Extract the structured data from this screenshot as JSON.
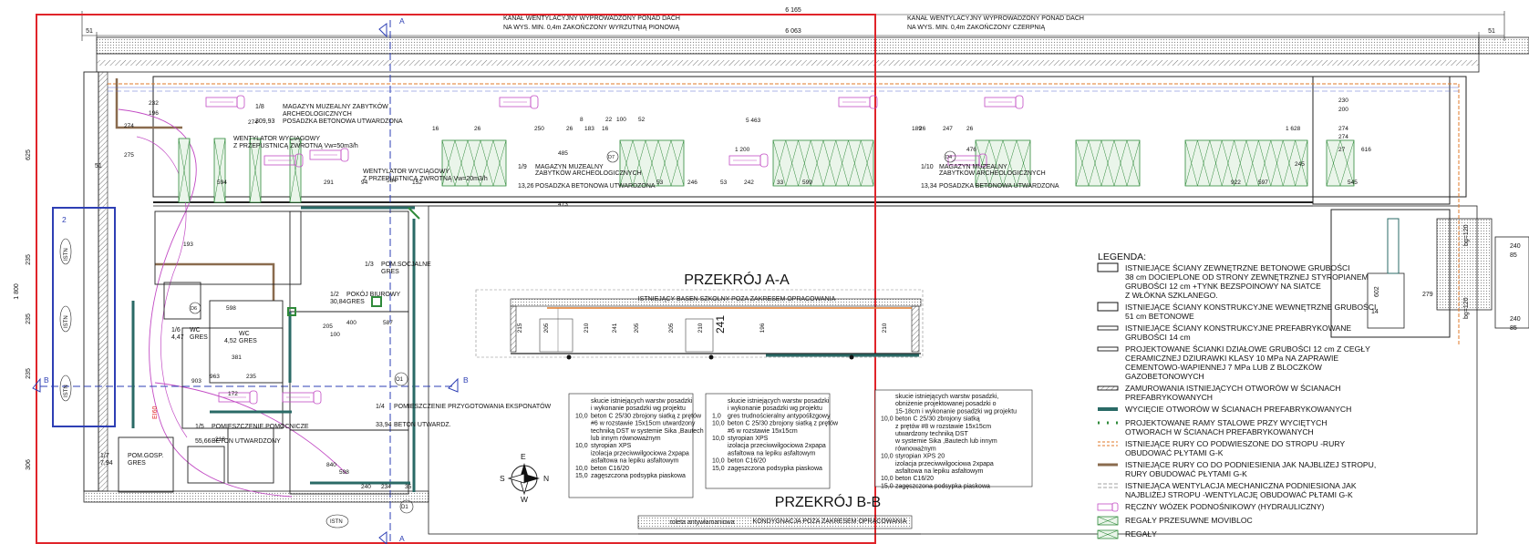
{
  "top_dimensions": {
    "total": "6 165",
    "inner": "6 063",
    "left_small": "51",
    "right_small": "51"
  },
  "top_notes": {
    "left_line1": "KANAŁ WENTYLACYJNY WYPROWADZONY PONAD DACH",
    "left_line2": "NA WYS. MIN. 0,4m ZAKOŃCZONY WYRZUTNIĄ PIONOWĄ",
    "right_line1": "KANAŁ WENTYLACYJNY WYPROWADZONY PONAD DACH",
    "right_line2": "NA WYS. MIN. 0,4m ZAKOŃCZONY CZERPNIĄ"
  },
  "left_dimensions": [
    "625",
    "1 800",
    "235",
    "235",
    "235",
    "306",
    "51"
  ],
  "rooms": [
    {
      "no": "1/8",
      "area": "309,93",
      "name1": "MAGAZYN MUZEALNY ZABYTKÓW",
      "name2": "ARCHEOLOGICZNYCH",
      "name3": "POSADZKA BETONOWA UTWARDZONA"
    },
    {
      "no": "1/9",
      "area": "13,26",
      "name1": "MAGAZYN MUZEALNY",
      "name2": "ZABYTKÓW ARCHEOLOGICZNYCH",
      "name3": "POSADZKA BETONOWA UTWARDZONA"
    },
    {
      "no": "1/10",
      "area": "13,34",
      "name1": "MAGAZYN MUZEALNY",
      "name2": "ZABYTKÓW ARCHEOLOGICZNYCH",
      "name3": "POSADZKA BETONOWA UTWARDZONA"
    },
    {
      "no": "1/3",
      "area": "",
      "name1": "POM.SOCJALNE",
      "name2": "GRES",
      "name3": ""
    },
    {
      "no": "1/2",
      "area": "30,84",
      "name1": "POKÓJ BIUROWY",
      "name2": "GRES",
      "name3": ""
    },
    {
      "no": "1/5",
      "area": "55,66",
      "name1": "POMIESZCZENIE POMOCNICZE",
      "name2": "BETON UTWARDZONY",
      "name3": ""
    },
    {
      "no": "1/4",
      "area": "33,94",
      "name1": "POMIESZCZENIE PRZYGOTOWANIA EKSPONATÓW",
      "name2": "BETON UTWARDZ.",
      "name3": ""
    },
    {
      "no": "1/7",
      "area": "7,94",
      "name1": "POM.GOSP.",
      "name2": "GRES",
      "name3": ""
    },
    {
      "no": "",
      "area": "4,52",
      "name1": "WC",
      "name2": "GRES",
      "name3": ""
    },
    {
      "no": "1/6",
      "area": "4,47",
      "name1": "WC",
      "name2": "GRES",
      "name3": ""
    }
  ],
  "ventilators": [
    {
      "line1": "WENTYLATOR WYCIĄGOWY",
      "line2": "Z PRZEPUSTNICĄ ZWROTNĄ Vw=50m3/h"
    },
    {
      "line1": "WENTYLATOR WYCIĄGOWY",
      "line2": "Z PRZEPUSTNICĄ ZWROTNĄ Vw=20m3/h"
    }
  ],
  "dimension_labels": [
    "232",
    "196",
    "274",
    "274",
    "275",
    "594",
    "291",
    "94",
    "193",
    "152",
    "903",
    "26",
    "250",
    "26",
    "183",
    "16",
    "485",
    "473",
    "5 463",
    "1 200",
    "189",
    "26",
    "247",
    "26",
    "476",
    "1 628",
    "274",
    "274",
    "230",
    "200",
    "27",
    "616",
    "545",
    "597",
    "922",
    "245",
    "53",
    "246",
    "53",
    "242",
    "33",
    "599",
    "598",
    "400",
    "381",
    "235",
    "172",
    "100",
    "205",
    "587",
    "963",
    "218",
    "840",
    "598",
    "240",
    "234",
    "35",
    "16",
    "8",
    "22",
    "100",
    "52",
    "584"
  ],
  "section_aa": {
    "title": "PRZEKRÓJ A-A",
    "basen": "ISTNIEJĄCY BASEN SZKOLNY POZA ZAKRESEM OPRACOWANIA",
    "dims": [
      "215",
      "205",
      "210",
      "241",
      "205",
      "205",
      "210",
      "241",
      "196",
      "210"
    ]
  },
  "section_bb": {
    "title": "PRZEKRÓJ B-B",
    "note": "KONDYGNACJA POZA ZAKRESEM OPRACOWANIA",
    "roleta": "roleta antywłamaniowa"
  },
  "specs": [
    {
      "lines": [
        {
          "v": "",
          "t": "skucie istniejących warstw posadzki"
        },
        {
          "v": "",
          "t": "i wykonanie posadzki wg projektu"
        },
        {
          "v": "10,0",
          "t": "beton C 25/30 zbrojony siatką z prętów"
        },
        {
          "v": "",
          "t": "#6 w rozstawie 15x15cm utwardzony"
        },
        {
          "v": "",
          "t": "techniką DST w systemie Sika ,Bautech"
        },
        {
          "v": "",
          "t": "lub innym  równoważnym"
        },
        {
          "v": "10,0",
          "t": "styropian XPS"
        },
        {
          "v": "",
          "t": "izolacja przeciwwilgociowa 2xpapa"
        },
        {
          "v": "",
          "t": "asfaltowa na lepiku asfaltowym"
        },
        {
          "v": "10,0",
          "t": "beton C16/20"
        },
        {
          "v": "15,0",
          "t": "zagęszczona podsypka piaskowa"
        }
      ]
    },
    {
      "lines": [
        {
          "v": "",
          "t": "skucie istniejących warstw posadzki"
        },
        {
          "v": "",
          "t": "i wykonanie posadzki wg projektu"
        },
        {
          "v": "1,0",
          "t": "gres trudnościeralny antypoślizgowy"
        },
        {
          "v": "10,0",
          "t": "beton C 25/30 zbrojony siatką z prętów"
        },
        {
          "v": "",
          "t": "#6 w rozstawie 15x15cm"
        },
        {
          "v": "10,0",
          "t": "styropian XPS"
        },
        {
          "v": "",
          "t": "izolacja przeciwwilgociowa 2xpapa"
        },
        {
          "v": "",
          "t": "asfaltowa na lepiku asfaltowym"
        },
        {
          "v": "10,0",
          "t": "beton C16/20"
        },
        {
          "v": "15,0",
          "t": "zagęszczona podsypka piaskowa"
        }
      ]
    },
    {
      "lines": [
        {
          "v": "",
          "t": "skucie istniejących warstw posadzki,"
        },
        {
          "v": "",
          "t": "obniżenie projektowanej posadzki o"
        },
        {
          "v": "",
          "t": "15-18cm i wykonanie posadzki wg projektu"
        },
        {
          "v": "10,0",
          "t": "beton C 25/30 zbrojony siatką"
        },
        {
          "v": "",
          "t": "z prętów #8 w rozstawie 15x15cm"
        },
        {
          "v": "",
          "t": "utwardzony techniką DST"
        },
        {
          "v": "",
          "t": "w systemie Sika ,Bautech lub innym"
        },
        {
          "v": "",
          "t": "równoważnym"
        },
        {
          "v": "10,0",
          "t": "styropian XPS 20"
        },
        {
          "v": "",
          "t": "izolacja przeciwwilgociowa 2xpapa"
        },
        {
          "v": "",
          "t": "asfaltowa na lepiku asfaltowym"
        },
        {
          "v": "10,0",
          "t": "beton C16/20"
        },
        {
          "v": "15,0",
          "t": "zagęszczona podsypka piaskowa"
        }
      ]
    }
  ],
  "legend": {
    "title": "LEGENDA:",
    "items": [
      {
        "lines": [
          "ISTNIEJĄCE ŚCIANY ZEWNĘTRZNE BETONOWE GRUBOŚCI",
          "38 cm DOCIEPLONE OD STRONY ZEWNĘTRZNEJ STYROPIANEM",
          "GRUBOŚCI 12 cm +TYNK BEZSPOINOWY NA SIATCE",
          "Z WŁÓKNA  SZKLANEGO."
        ],
        "symbol": "box"
      },
      {
        "lines": [
          "ISTNIEJĄCE ŚCIANY KONSTRUKCYJNE WEWNĘTRZNE GRUBOŚCI",
          "51 cm BETONOWE"
        ],
        "symbol": "box"
      },
      {
        "lines": [
          "ISTNIEJĄCE ŚCIANY KONSTRUKCYJNE PREFABRYKOWANE",
          "GRUBOŚCI 14 cm"
        ],
        "symbol": "thin"
      },
      {
        "lines": [
          "PROJEKTOWANE ŚCIANKI DZIAŁOWE GRUBOŚCI 12 cm Z CEGŁY",
          "CERAMICZNEJ DZIURAWKI KLASY 10 MPa NA ZAPRAWIE",
          "CEMENTOWO-WAPIENNEJ 7 MPa LUB Z BLOCZKÓW",
          "GAZOBETONOWYCH"
        ],
        "symbol": "thin"
      },
      {
        "lines": [
          "ZAMUROWANIA ISTNIEJĄCYCH  OTWORÓW W ŚCIANACH",
          "PREFABRYKOWANYCH"
        ],
        "symbol": "hatch"
      },
      {
        "lines": [
          "WYCIĘCIE  OTWORÓW W ŚCIANACH PREFABRYKOWANYCH"
        ],
        "symbol": "teal"
      },
      {
        "lines": [
          "PROJEKTOWANE RAMY STALOWE PRZY WYCIĘTYCH",
          "OTWORACH W ŚCIANACH PREFABRYKOWANYCH"
        ],
        "symbol": "green"
      },
      {
        "lines": [
          "ISTNIEJĄCE RURY CO PODWIESZONE DO STROPU -RURY",
          "OBUDOWAĆ PŁYTAMI  G-K"
        ],
        "symbol": "orange"
      },
      {
        "lines": [
          "ISTNIEJĄCE RURY CO DO PODNIESIENIA JAK NAJBLIŻEJ STROPU,",
          "RURY OBUDOWAĆ PŁYTAMI G-K"
        ],
        "symbol": "brown"
      },
      {
        "lines": [
          "ISTNIEJĄCA WENTYLACJA MECHANICZNA PODNIESIONA JAK",
          "NAJBLIŻEJ STROPU -WENTYLACJĘ OBUDOWAĆ PŁTAMI G-K"
        ],
        "symbol": "dash"
      },
      {
        "lines": [
          "RĘCZNY WÓZEK  PODNOŚNIKOWY (HYDRAULICZNY)"
        ],
        "symbol": "cart"
      },
      {
        "lines": [
          "REGAŁY PRZESUWNE MOVIBLOC"
        ],
        "symbol": "xbox"
      },
      {
        "lines": [
          "REGAŁY"
        ],
        "symbol": "xbox"
      }
    ]
  },
  "markers": {
    "section_a": "A",
    "section_b": "B",
    "grid_2": "2",
    "istn": "ISTN",
    "d1": "D1",
    "o1": "O1",
    "d7": "D7",
    "d6": "D6",
    "d4": "D4",
    "e60": "EI60"
  },
  "compass": {
    "n": "N",
    "s": "S",
    "e": "E",
    "w": "W"
  },
  "right_labels": [
    "240",
    "85",
    "279",
    "240",
    "85",
    "bg=120",
    "bg=120",
    "602",
    "14"
  ],
  "colors": {
    "red": "#e0242a",
    "blue": "#2e3fb4",
    "teal": "#2a6a66",
    "green": "#2f8a3a",
    "magenta": "#c24bc4",
    "orange": "#e07a2a",
    "brown": "#8a6b4e"
  }
}
